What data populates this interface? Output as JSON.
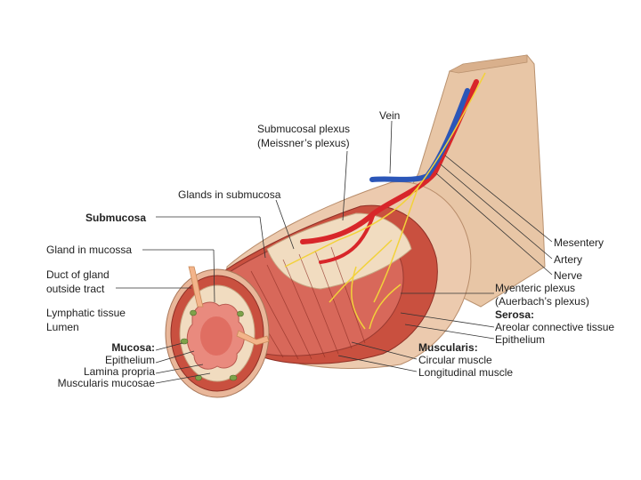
{
  "labels": {
    "vein": "Vein",
    "submucosal_plexus_1": "Submucosal plexus",
    "submucosal_plexus_2": "(Meissner’s plexus)",
    "glands_in_submucosa": "Glands in submucosa",
    "submucosa": "Submucosa",
    "gland_in_mucosa": "Gland in mucossa",
    "duct_of_gland_1": "Duct of gland",
    "duct_of_gland_2": "outside tract",
    "lymphatic_tissue": "Lymphatic tissue",
    "lumen": "Lumen",
    "mucosa": "Mucosa:",
    "epithelium_mucosa": "Epithelium",
    "lamina_propria": "Lamina propria",
    "muscularis_mucosae": "Muscularis mucosae",
    "mesentery": "Mesentery",
    "artery": "Artery",
    "nerve": "Nerve",
    "myenteric_plexus_1": "Myenteric plexus",
    "myenteric_plexus_2": "(Auerbach’s plexus)",
    "serosa": "Serosa:",
    "areolar_tissue": "Areolar connective tissue",
    "epithelium_serosa": "Epithelium",
    "muscularis": "Muscularis:",
    "circular_muscle": "Circular muscle",
    "longitudinal_muscle": "Longitudinal muscle"
  },
  "colors": {
    "mesentery": "#e8c6a6",
    "serosa": "#eccaae",
    "muscle": "#cf5a48",
    "muscle_dark": "#a8362c",
    "submucosa": "#f1dcc0",
    "mucosa": "#e98a7e",
    "lumen": "#e06e62",
    "artery": "#d8262a",
    "vein": "#2b56b8",
    "nerve": "#f2d23a",
    "duct": "#f3b48a"
  }
}
